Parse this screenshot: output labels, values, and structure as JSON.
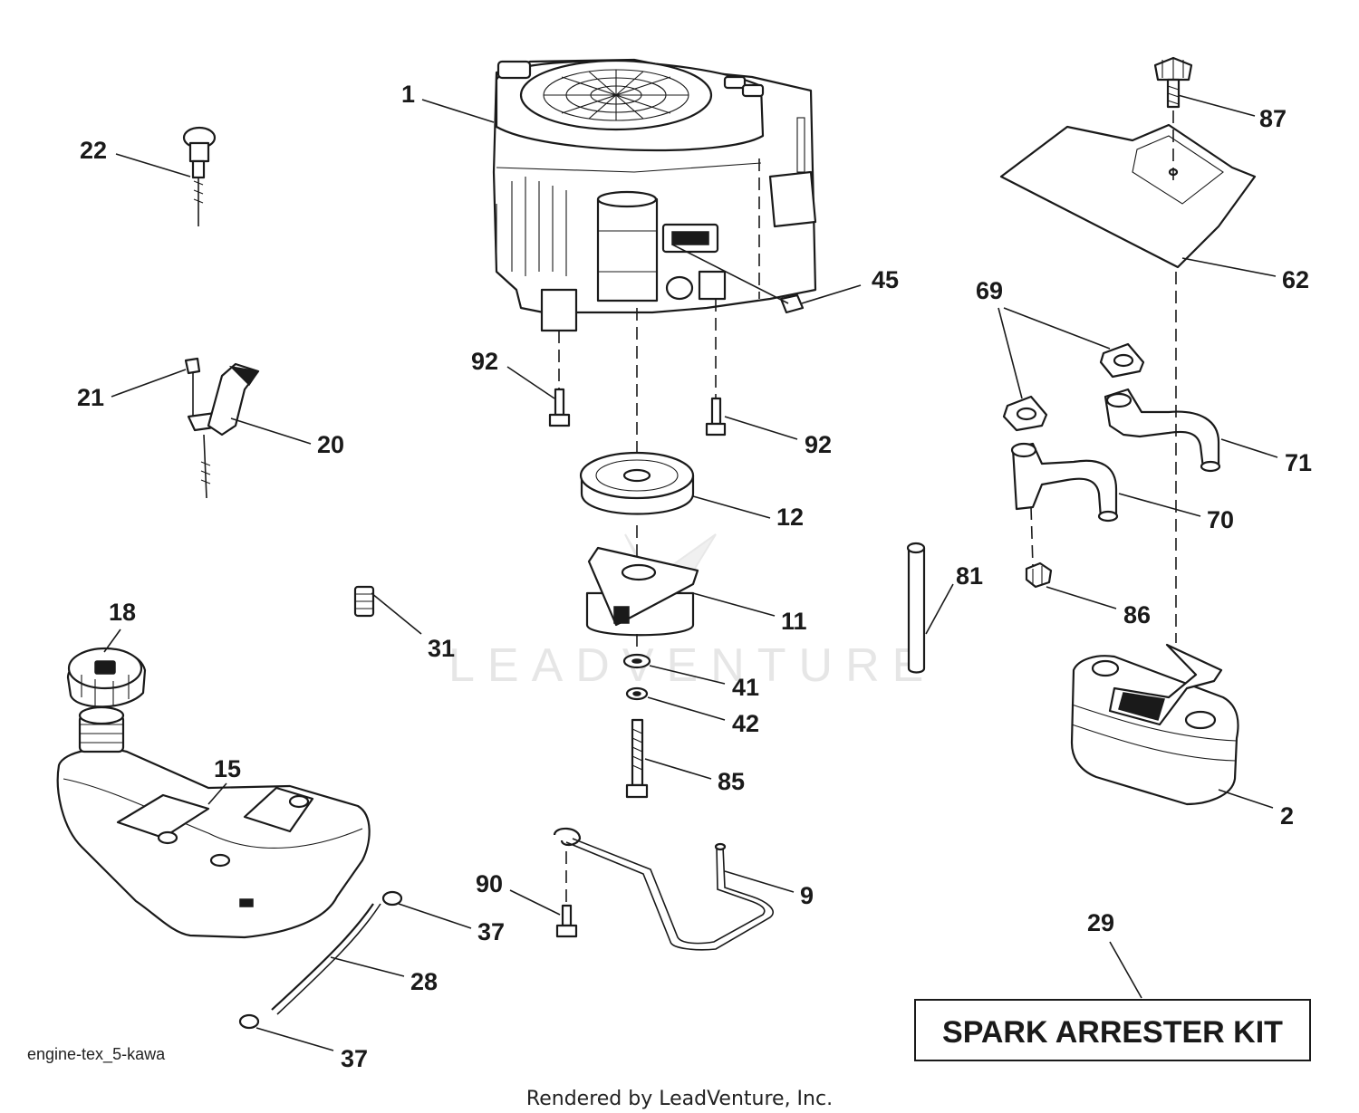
{
  "watermark": "LEADVENTURE",
  "diagram_ref": "engine-tex_5-kawa",
  "footer": "Rendered by LeadVenture, Inc.",
  "kit_label": "SPARK ARRESTER KIT",
  "callouts": {
    "c1": "1",
    "c2": "2",
    "c9": "9",
    "c11": "11",
    "c12": "12",
    "c15": "15",
    "c18": "18",
    "c20": "20",
    "c21": "21",
    "c22": "22",
    "c28": "28",
    "c29": "29",
    "c31": "31",
    "c37a": "37",
    "c37b": "37",
    "c41": "41",
    "c42": "42",
    "c45": "45",
    "c62": "62",
    "c69": "69",
    "c70": "70",
    "c71": "71",
    "c81": "81",
    "c85": "85",
    "c86": "86",
    "c87": "87",
    "c90": "90",
    "c92a": "92",
    "c92b": "92"
  }
}
